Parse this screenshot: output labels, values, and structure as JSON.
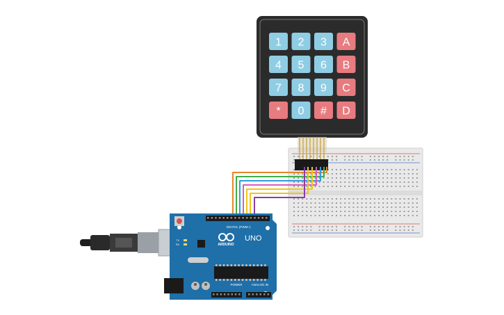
{
  "keypad": {
    "rows": [
      [
        "1",
        "2",
        "3",
        "A"
      ],
      [
        "4",
        "5",
        "6",
        "B"
      ],
      [
        "7",
        "8",
        "9",
        "C"
      ],
      [
        "*",
        "0",
        "#",
        "D"
      ]
    ],
    "number_key_color": "#8fcde4",
    "letter_key_color": "#e77b80",
    "body_color": "#2b2b2b"
  },
  "arduino": {
    "logo_text": "UNO",
    "brand_text": "ARDUINO",
    "digital_label": "DIGITAL (PWM~)",
    "power_label": "POWER",
    "analog_label": "ANALOG IN",
    "led_labels": [
      "TX",
      "RX"
    ],
    "board_color": "#1f6fa8"
  },
  "wires": {
    "colors": [
      "#e6862a",
      "#3fae49",
      "#2f9ed8",
      "#d35fc4",
      "#f0c419",
      "#f0c419",
      "#8a3ea3"
    ]
  }
}
